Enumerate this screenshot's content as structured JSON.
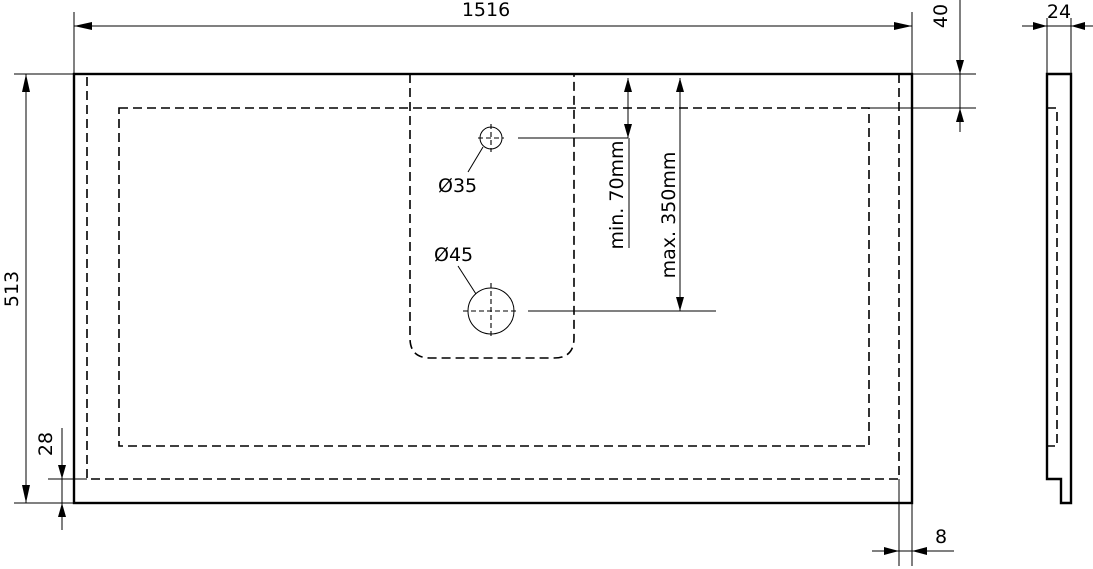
{
  "dimensions": {
    "width": "1516",
    "depth": "513",
    "top_offset": "40",
    "front_lip": "28",
    "side_thickness": "24",
    "right_offset": "8"
  },
  "holes": {
    "tap_hole": "Ø35",
    "drain_hole": "Ø45"
  },
  "notes": {
    "min_distance": "min. 70mm",
    "max_distance": "max. 350mm"
  }
}
